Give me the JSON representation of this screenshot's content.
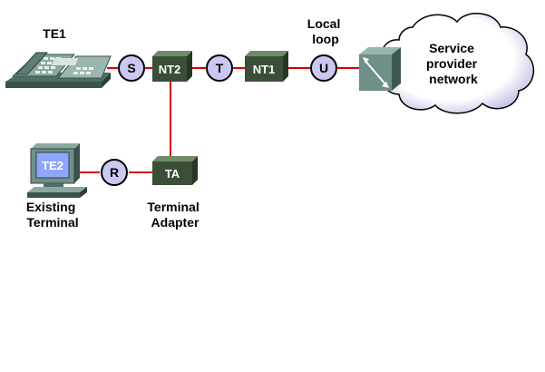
{
  "labels": {
    "te1": "TE1",
    "te2": "TE2",
    "existing_terminal": [
      "Existing",
      "Terminal"
    ],
    "terminal_adapter": [
      "Terminal",
      "Adapter"
    ],
    "local_loop": [
      "Local",
      "loop"
    ],
    "service_provider": [
      "Service",
      "provider",
      "network"
    ]
  },
  "devices": {
    "nt2": "NT2",
    "nt1": "NT1",
    "ta": "TA"
  },
  "reference_points": {
    "s": "S",
    "t": "T",
    "u": "U",
    "r": "R"
  },
  "colors": {
    "line": "#d80000",
    "box_front": "#3a4f36",
    "box_top": "#708a68",
    "box_side": "#263622",
    "circle_fill": "#c8c8f0",
    "cloud_fill": "#ffffff",
    "cloud_shade": "#c8c8e8",
    "switch_fill": "#6f8f8a"
  },
  "icons": {
    "phone": "phone-icon",
    "computer": "computer-icon",
    "switch": "switch-icon",
    "cloud": "cloud-icon"
  }
}
